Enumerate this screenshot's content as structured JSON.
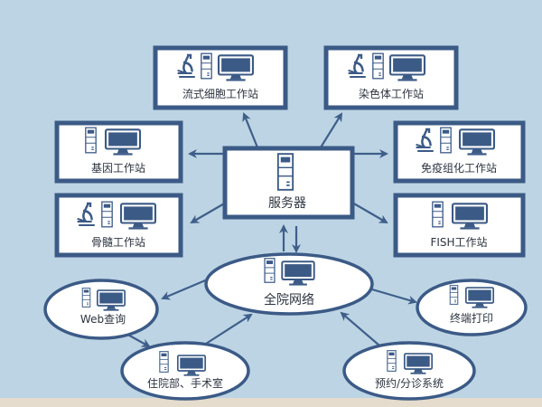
{
  "diagram": {
    "server": {
      "label": "服务器"
    },
    "network": {
      "label": "全院网络"
    },
    "workstations": [
      {
        "label": "流式细胞工作站"
      },
      {
        "label": "染色体工作站"
      },
      {
        "label": "基因工作站"
      },
      {
        "label": "免疫组化工作站"
      },
      {
        "label": "骨髓工作站"
      },
      {
        "label": "FISH工作站"
      }
    ],
    "network_nodes": [
      {
        "label": "Web查询"
      },
      {
        "label": "住院部、手术室"
      },
      {
        "label": "终端打印"
      },
      {
        "label": "预约/分诊系统"
      }
    ]
  },
  "colors": {
    "background": "#bdd4e4",
    "border": "#3b5a86",
    "footer": "#e6dccd"
  }
}
